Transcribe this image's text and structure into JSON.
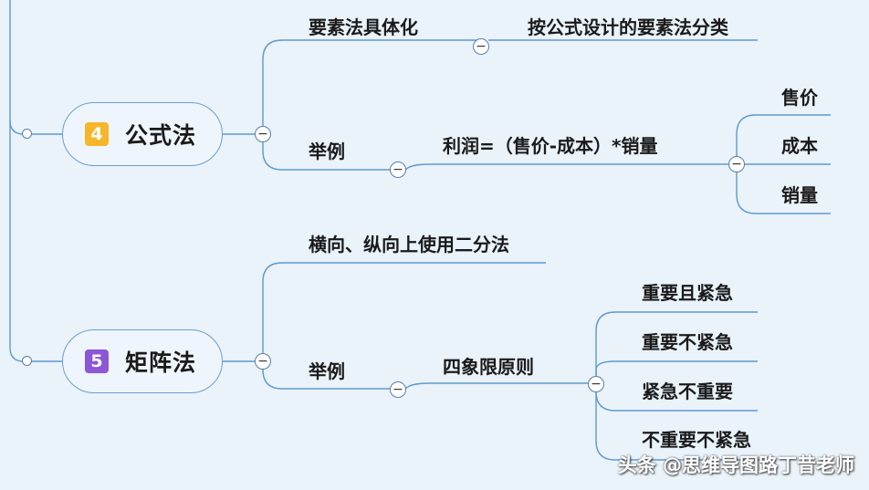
{
  "nodes": {
    "formula": {
      "badge": "4",
      "label": "公式法",
      "branch_concrete": "要素法具体化",
      "concrete_detail": "按公式设计的要素法分类",
      "branch_example": "举例",
      "example_formula": "利润=（售价-成本）*销量",
      "example_items": [
        "售价",
        "成本",
        "销量"
      ]
    },
    "matrix": {
      "badge": "5",
      "label": "矩阵法",
      "branch_split": "横向、纵向上使用二分法",
      "branch_example": "举例",
      "example_rule": "四象限原则",
      "example_items": [
        "重要且紧急",
        "重要不紧急",
        "紧急不重要",
        "不重要不紧急"
      ]
    }
  },
  "toggle_symbol": "−",
  "colors": {
    "line": "#5d9ad0",
    "background": "#eaf2fa",
    "badge4": "#f6b62a",
    "badge5": "#8c56d6"
  },
  "watermark": "头条 @思维导图路丁昔老师"
}
